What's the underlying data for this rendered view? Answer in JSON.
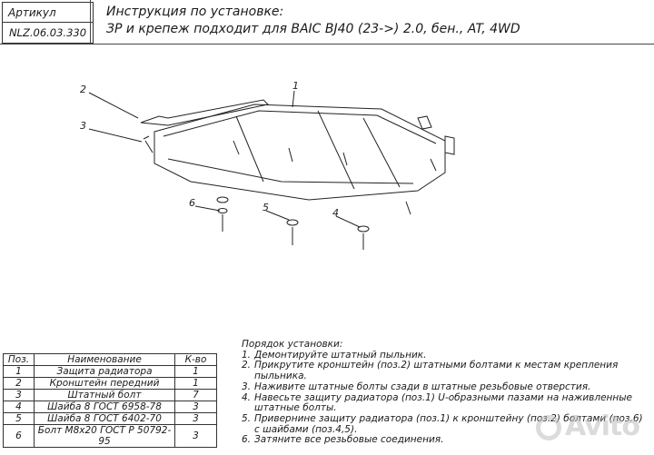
{
  "header": {
    "article_label": "Артикул",
    "article_code": "NLZ.06.03.330",
    "title_line1": "Инструкция по установке:",
    "title_line2": "ЗР и крепеж подходит для BAIC BJ40 (23->) 2.0, бен., AT, 4WD"
  },
  "drawing": {
    "callouts": [
      "1",
      "2",
      "3",
      "4",
      "5",
      "6"
    ]
  },
  "spec_table": {
    "headers": [
      "Поз.",
      "Наименование",
      "К-во"
    ],
    "rows": [
      {
        "pos": "1",
        "name": "Защита радиатора",
        "qty": "1"
      },
      {
        "pos": "2",
        "name": "Кронштейн передний",
        "qty": "1"
      },
      {
        "pos": "3",
        "name": "Штатный болт",
        "qty": "7"
      },
      {
        "pos": "4",
        "name": "Шайба 8 ГОСТ 6958-78",
        "qty": "3"
      },
      {
        "pos": "5",
        "name": "Шайба 8 ГОСТ 6402-70",
        "qty": "3"
      },
      {
        "pos": "6",
        "name": "Болт М8х20 ГОСТ Р 50792-95",
        "qty": "3"
      }
    ]
  },
  "procedure": {
    "heading": "Порядок установки:",
    "steps": [
      {
        "n": "1.",
        "text": "Демонтируйте штатный пыльник."
      },
      {
        "n": "2.",
        "text": "Прикрутите кронштейн (поз.2) штатными болтами к местам крепления пыльника."
      },
      {
        "n": "3.",
        "text": "Наживите штатные болты сзади в штатные резьбовые отверстия."
      },
      {
        "n": "4.",
        "text": "Навесьте защиту радиатора (поз.1) U-образными пазами на наживленные штатные болты."
      },
      {
        "n": "5.",
        "text": "Привернине защиту радиатора (поз.1) к кронштейну (поз.2) болтами (поз.6) с шайбами (поз.4,5)."
      },
      {
        "n": "6.",
        "text": "Затяните все резьбовые соединения."
      }
    ]
  },
  "watermark": "Avito"
}
